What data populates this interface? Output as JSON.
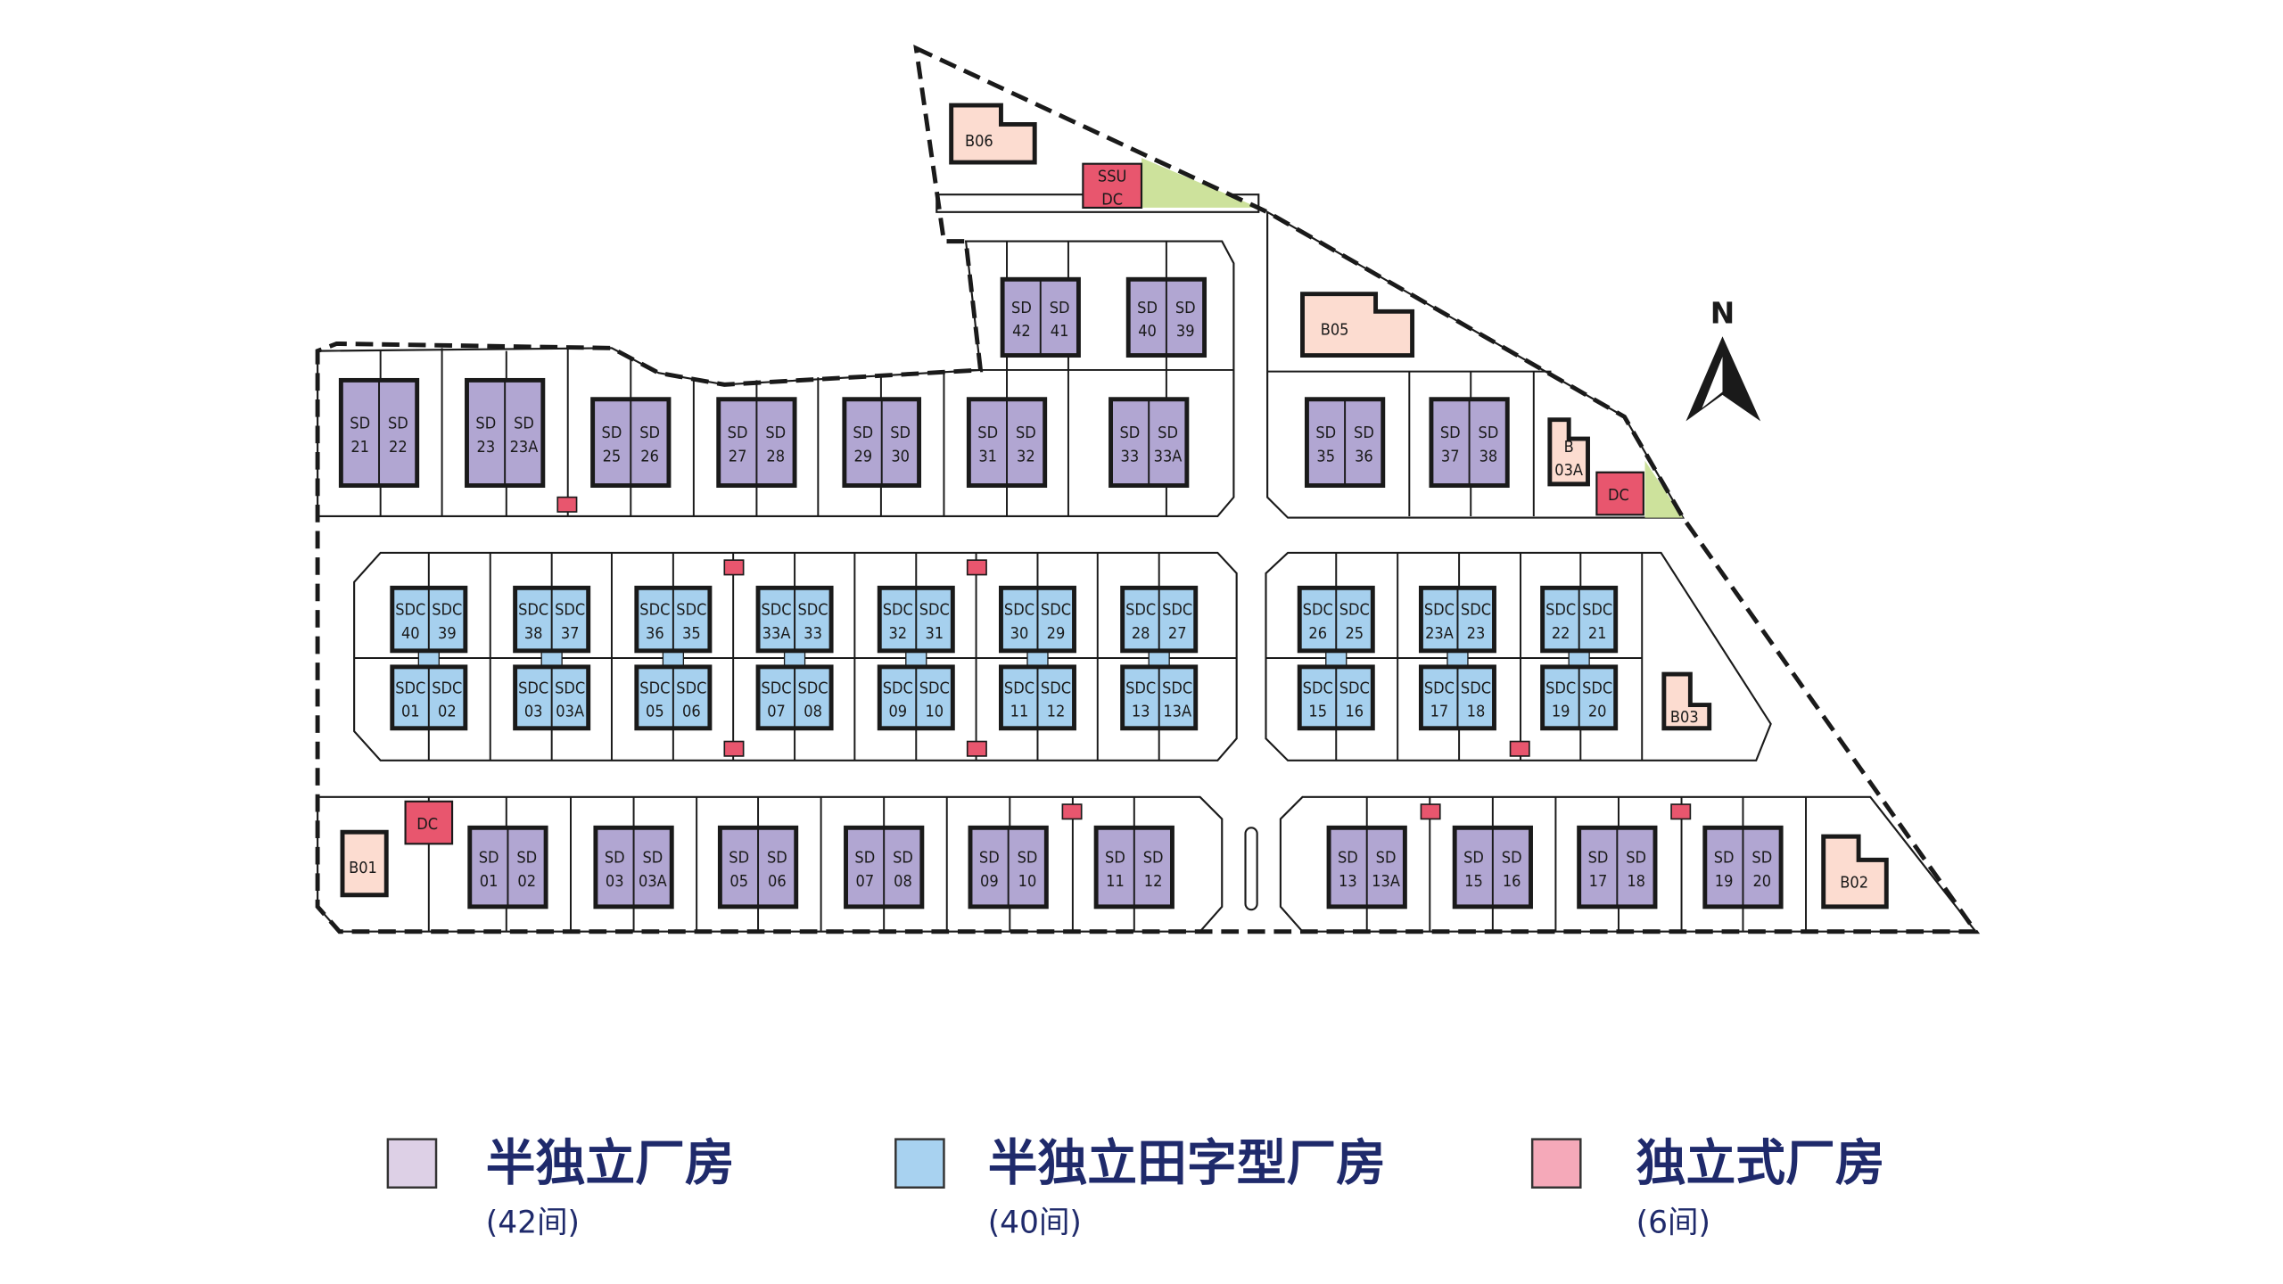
{
  "colors": {
    "semi_detached": "#b1a6d2",
    "semi_detached_cluster": "#a6d0ee",
    "detached": "#fcdcd0",
    "dc": "#e8566e",
    "green": "#cde29c",
    "outline": "#1a1a1a",
    "legend_text": "#1f2a6b",
    "legend_semi_detached": "#ddd0e6",
    "legend_cluster": "#a8d2f0",
    "legend_detached": "#f5a9b9"
  },
  "north_label": "N",
  "semi_detached_units": [
    {
      "prefix": "SD",
      "left": "21",
      "right": "22"
    },
    {
      "prefix": "SD",
      "left": "23",
      "right": "23A"
    },
    {
      "prefix": "SD",
      "left": "25",
      "right": "26"
    },
    {
      "prefix": "SD",
      "left": "27",
      "right": "28"
    },
    {
      "prefix": "SD",
      "left": "29",
      "right": "30"
    },
    {
      "prefix": "SD",
      "left": "31",
      "right": "32"
    },
    {
      "prefix": "SD",
      "left": "33",
      "right": "33A"
    },
    {
      "prefix": "SD",
      "left": "35",
      "right": "36"
    },
    {
      "prefix": "SD",
      "left": "37",
      "right": "38"
    },
    {
      "prefix": "SD",
      "left": "42",
      "right": "41"
    },
    {
      "prefix": "SD",
      "left": "40",
      "right": "39"
    },
    {
      "prefix": "SD",
      "left": "01",
      "right": "02"
    },
    {
      "prefix": "SD",
      "left": "03",
      "right": "03A"
    },
    {
      "prefix": "SD",
      "left": "05",
      "right": "06"
    },
    {
      "prefix": "SD",
      "left": "07",
      "right": "08"
    },
    {
      "prefix": "SD",
      "left": "09",
      "right": "10"
    },
    {
      "prefix": "SD",
      "left": "11",
      "right": "12"
    },
    {
      "prefix": "SD",
      "left": "13",
      "right": "13A"
    },
    {
      "prefix": "SD",
      "left": "15",
      "right": "16"
    },
    {
      "prefix": "SD",
      "left": "17",
      "right": "18"
    },
    {
      "prefix": "SD",
      "left": "19",
      "right": "20"
    }
  ],
  "cluster_units": [
    {
      "prefix": "SDC",
      "left": "40",
      "right": "39"
    },
    {
      "prefix": "SDC",
      "left": "38",
      "right": "37"
    },
    {
      "prefix": "SDC",
      "left": "36",
      "right": "35"
    },
    {
      "prefix": "SDC",
      "left": "33A",
      "right": "33"
    },
    {
      "prefix": "SDC",
      "left": "32",
      "right": "31"
    },
    {
      "prefix": "SDC",
      "left": "30",
      "right": "29"
    },
    {
      "prefix": "SDC",
      "left": "28",
      "right": "27"
    },
    {
      "prefix": "SDC",
      "left": "26",
      "right": "25"
    },
    {
      "prefix": "SDC",
      "left": "23A",
      "right": "23"
    },
    {
      "prefix": "SDC",
      "left": "22",
      "right": "21"
    },
    {
      "prefix": "SDC",
      "left": "01",
      "right": "02"
    },
    {
      "prefix": "SDC",
      "left": "03",
      "right": "03A"
    },
    {
      "prefix": "SDC",
      "left": "05",
      "right": "06"
    },
    {
      "prefix": "SDC",
      "left": "07",
      "right": "08"
    },
    {
      "prefix": "SDC",
      "left": "09",
      "right": "10"
    },
    {
      "prefix": "SDC",
      "left": "11",
      "right": "12"
    },
    {
      "prefix": "SDC",
      "left": "13",
      "right": "13A"
    },
    {
      "prefix": "SDC",
      "left": "15",
      "right": "16"
    },
    {
      "prefix": "SDC",
      "left": "17",
      "right": "18"
    },
    {
      "prefix": "SDC",
      "left": "19",
      "right": "20"
    }
  ],
  "detached_buildings": [
    {
      "lines": [
        "B06"
      ]
    },
    {
      "lines": [
        "B05"
      ]
    },
    {
      "lines": [
        "B",
        "03A"
      ]
    },
    {
      "lines": [
        "B03"
      ]
    },
    {
      "lines": [
        "B01"
      ]
    },
    {
      "lines": [
        "B02"
      ]
    }
  ],
  "dc_buildings": [
    {
      "lines": [
        "SSU",
        "DC"
      ]
    },
    {
      "lines": [
        "DC"
      ]
    },
    {
      "lines": [
        "DC"
      ]
    }
  ],
  "legend": [
    {
      "title": "半独立厂房",
      "count": "(42间)"
    },
    {
      "title": "半独立田字型厂房",
      "count": "(40间)"
    },
    {
      "title": "独立式厂房",
      "count": "(6间)"
    }
  ]
}
